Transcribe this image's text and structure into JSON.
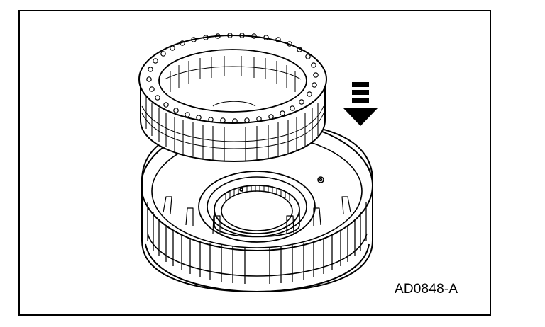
{
  "figure": {
    "id_label": "AD0848-A"
  },
  "parts": {
    "top_item": "clutch-pack-ring",
    "bottom_item": "clutch-drum",
    "indicator": "down-arrow-icon"
  },
  "colors": {
    "line": "#000000",
    "background": "#ffffff",
    "frame": "#000000"
  }
}
